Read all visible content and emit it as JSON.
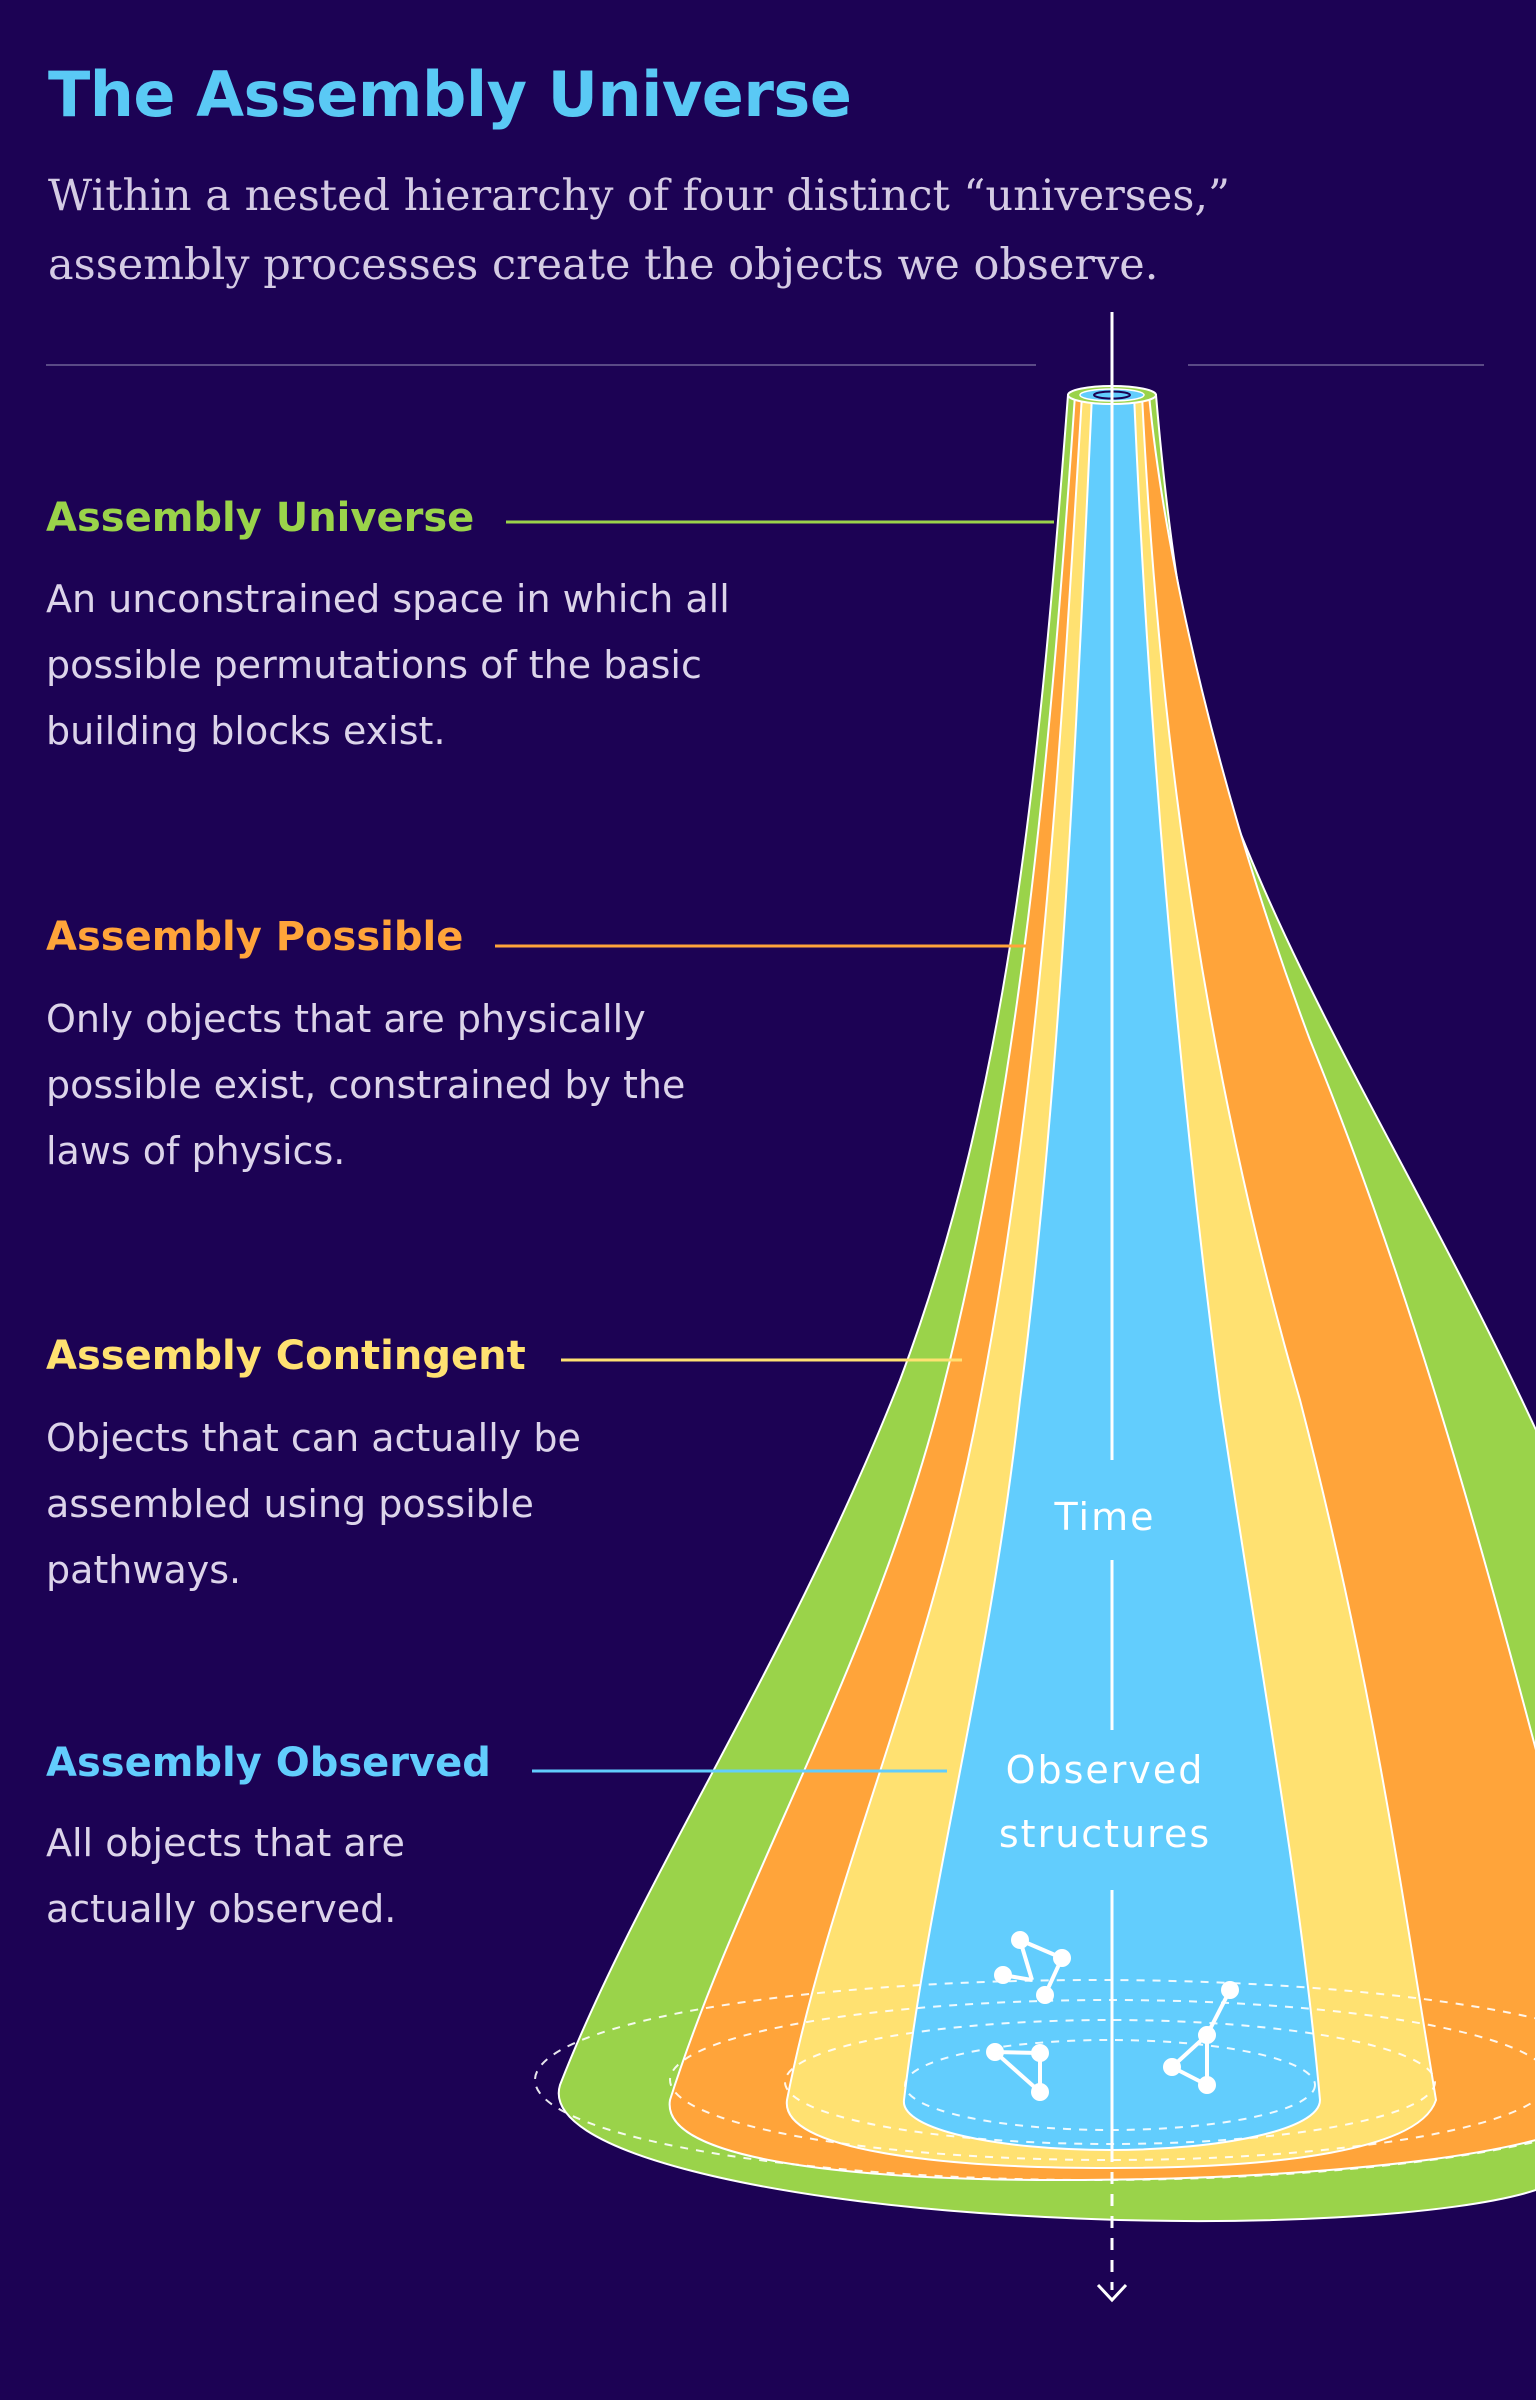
{
  "title": "The Assembly Universe",
  "subtitle": "Within a nested hierarchy of four distinct “universes,” assembly processes create the objects we observe.",
  "colors": {
    "background": "#1c0254",
    "title": "#5ac9f5",
    "universe": "#9ad34a",
    "possible": "#ffa43a",
    "contingent": "#ffe171",
    "observed": "#62cdfd"
  },
  "sections": [
    {
      "title": "Assembly Universe",
      "color": "#9ad34a",
      "description": "An unconstrained space in which all possible permutations of the basic building blocks exist."
    },
    {
      "title": "Assembly Possible",
      "color": "#ffa43a",
      "description": "Only objects that are physically possible exist, constrained by the laws of physics."
    },
    {
      "title": "Assembly Contingent",
      "color": "#ffe171",
      "description": "Objects that can actually be assembled using possible pathways."
    },
    {
      "title": "Assembly Observed",
      "color": "#62cdfd",
      "description": "All objects that are actually observed."
    }
  ],
  "diagram": {
    "axis_label": "Time",
    "observed_label_line1": "Observed",
    "observed_label_line2": "structures"
  }
}
